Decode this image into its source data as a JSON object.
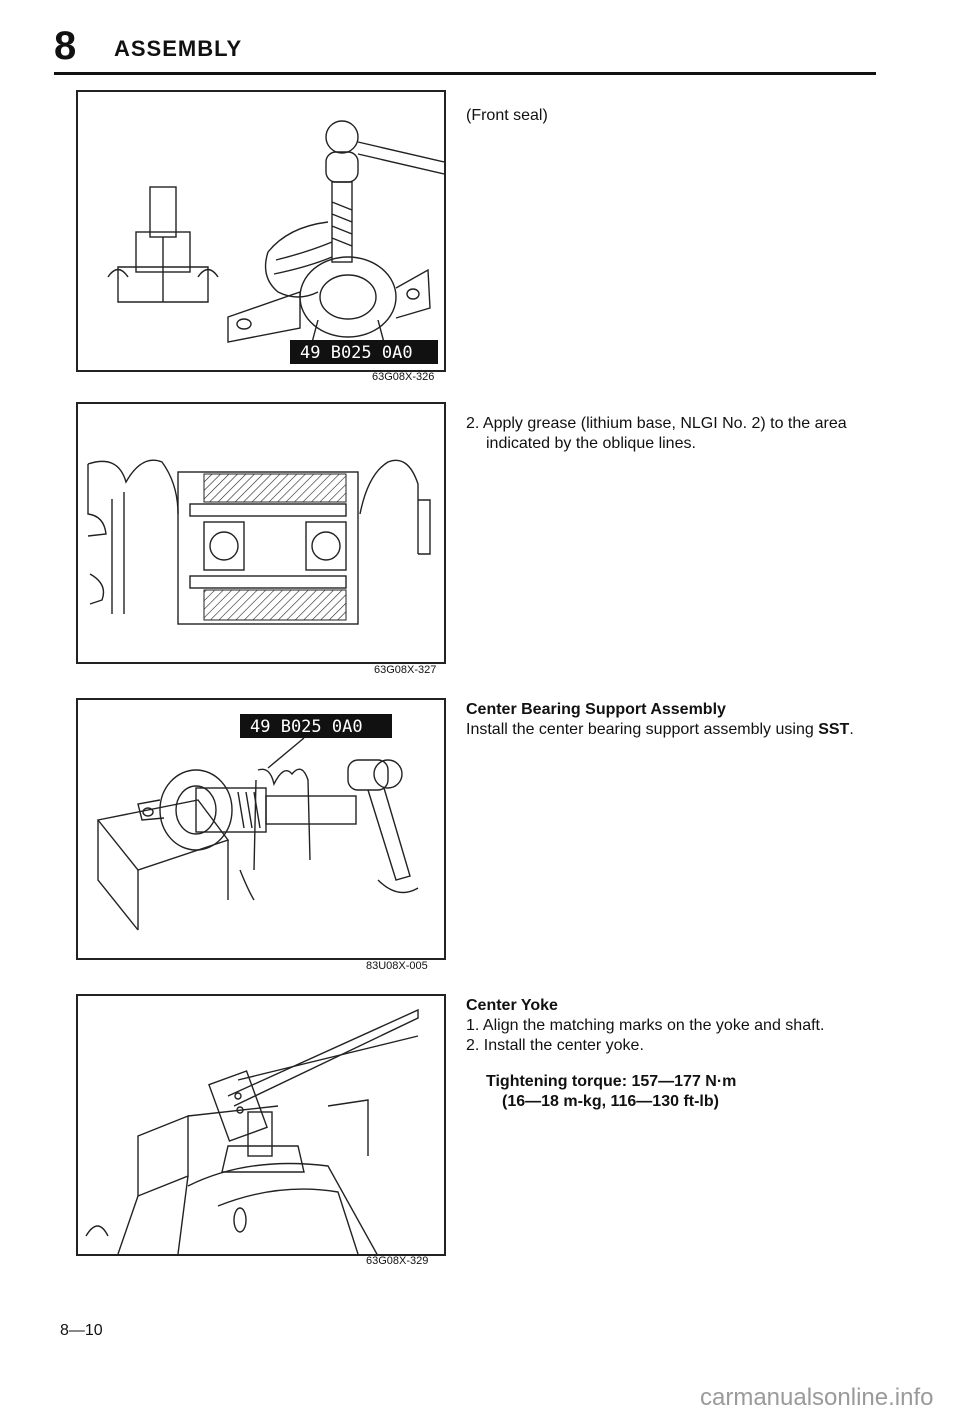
{
  "header": {
    "section_number": "8",
    "section_title": "ASSEMBLY"
  },
  "figures": [
    {
      "tool_label": "49 B025 0A0",
      "code": "63G08X-326"
    },
    {
      "code": "63G08X-327"
    },
    {
      "tool_label": "49 B025 0A0",
      "code": "83U08X-005"
    },
    {
      "code": "63G08X-329"
    }
  ],
  "blocks": {
    "front_seal": "(Front seal)",
    "grease": {
      "number": "2.",
      "text": "Apply grease (lithium base, NLGI No. 2) to the area indicated by the oblique lines."
    },
    "center_bearing": {
      "heading": "Center Bearing Support Assembly",
      "text_prefix": "Install the center bearing support assembly using",
      "text_sst": "SST",
      "text_suffix": "."
    },
    "center_yoke": {
      "heading": "Center Yoke",
      "steps": [
        {
          "number": "1.",
          "text": "Align the matching marks on the yoke and shaft."
        },
        {
          "number": "2.",
          "text": "Install the center yoke."
        }
      ],
      "torque_line1": "Tightening torque: 157—177 N·m",
      "torque_line2": "(16—18 m-kg, 116—130 ft-lb)"
    }
  },
  "page_number": "8—10",
  "watermark": "carmanualsonline.info"
}
